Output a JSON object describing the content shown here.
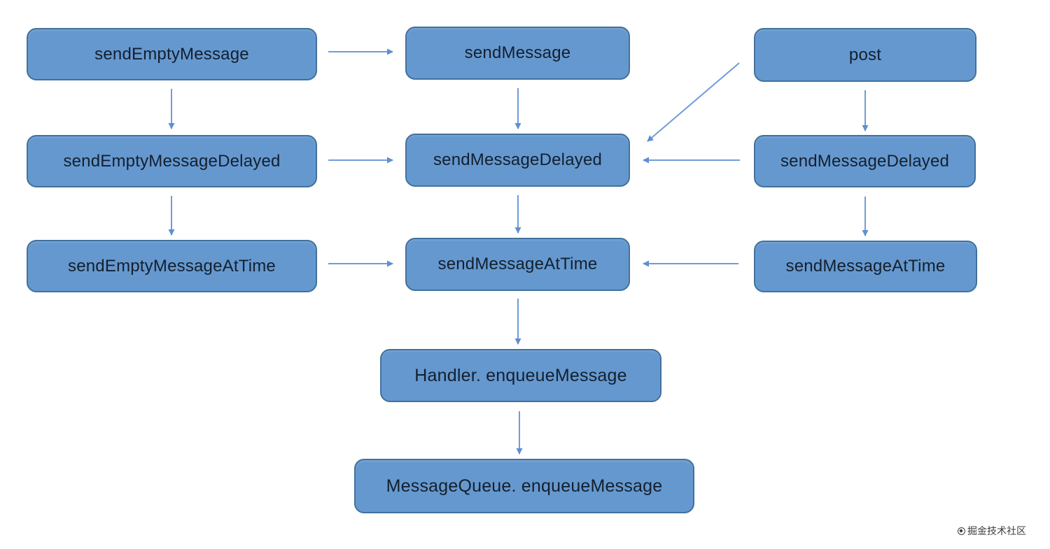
{
  "diagram": {
    "nodes": {
      "send_empty_message": {
        "label": "sendEmptyMessage"
      },
      "send_message": {
        "label": "sendMessage"
      },
      "post": {
        "label": "post"
      },
      "send_empty_message_delayed": {
        "label": "sendEmptyMessageDelayed"
      },
      "send_message_delayed_center": {
        "label": "sendMessageDelayed"
      },
      "send_message_delayed_right": {
        "label": "sendMessageDelayed"
      },
      "send_empty_message_at_time": {
        "label": "sendEmptyMessageAtTime"
      },
      "send_message_at_time_center": {
        "label": "sendMessageAtTime"
      },
      "send_message_at_time_right": {
        "label": "sendMessageAtTime"
      },
      "handler_enqueue_message": {
        "label": "Handler. enqueueMessage"
      },
      "message_queue_enqueue_message": {
        "label": "MessageQueue. enqueueMessage"
      }
    },
    "edges": [
      {
        "from": "sendEmptyMessage",
        "to": "sendMessage"
      },
      {
        "from": "sendEmptyMessage",
        "to": "sendEmptyMessageDelayed"
      },
      {
        "from": "sendMessage",
        "to": "sendMessageDelayed(center)"
      },
      {
        "from": "post",
        "to": "sendMessageDelayed(center)"
      },
      {
        "from": "post",
        "to": "sendMessageDelayed(right)"
      },
      {
        "from": "sendEmptyMessageDelayed",
        "to": "sendMessageDelayed(center)"
      },
      {
        "from": "sendMessageDelayed(right)",
        "to": "sendMessageDelayed(center)"
      },
      {
        "from": "sendEmptyMessageDelayed",
        "to": "sendEmptyMessageAtTime"
      },
      {
        "from": "sendMessageDelayed(center)",
        "to": "sendMessageAtTime(center)"
      },
      {
        "from": "sendMessageDelayed(right)",
        "to": "sendMessageAtTime(right)"
      },
      {
        "from": "sendEmptyMessageAtTime",
        "to": "sendMessageAtTime(center)"
      },
      {
        "from": "sendMessageAtTime(right)",
        "to": "sendMessageAtTime(center)"
      },
      {
        "from": "sendMessageAtTime(center)",
        "to": "Handler. enqueueMessage"
      },
      {
        "from": "Handler. enqueueMessage",
        "to": "MessageQueue. enqueueMessage"
      }
    ],
    "colors": {
      "node_fill": "#6598CF",
      "node_border": "#41719C",
      "node_text": "#14202E",
      "arrow": "#6F9CD9",
      "background": "#FFFFFF",
      "watermark_text": "#3D3D3D"
    },
    "watermark": {
      "text": "掘金技术社区"
    }
  }
}
